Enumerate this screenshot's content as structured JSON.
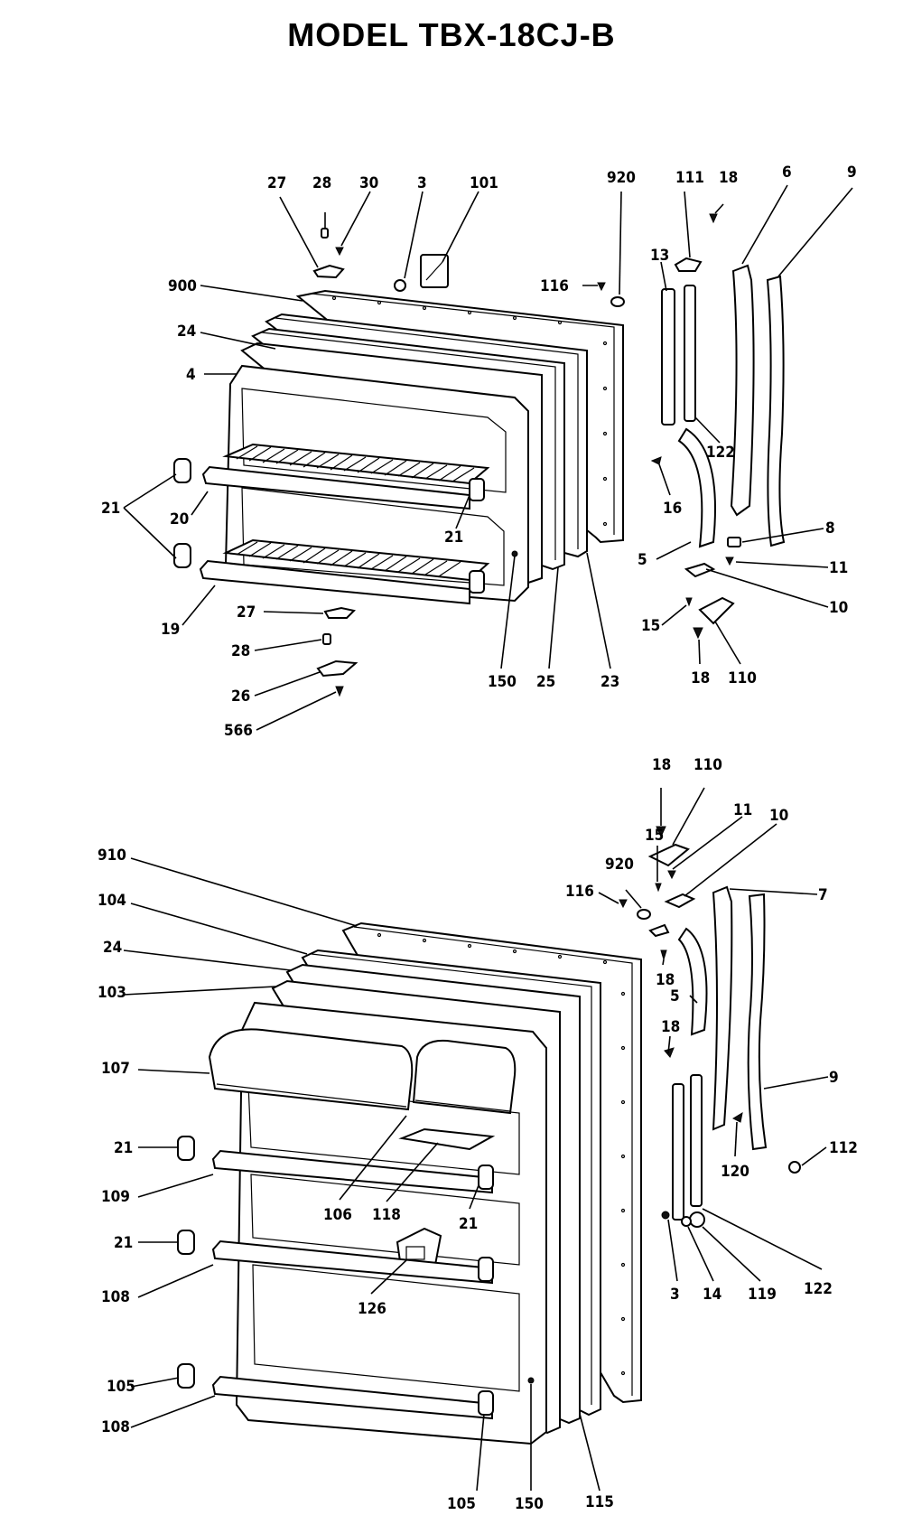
{
  "title": "MODEL TBX-18CJ-B",
  "upper_labels": {
    "l27a": "27",
    "l28a": "28",
    "l30": "30",
    "l3a": "3",
    "l101": "101",
    "l920a": "920",
    "l111": "111",
    "l18a": "18",
    "l6a": "6",
    "l9a": "9",
    "l116a": "116",
    "l900": "900",
    "l24a": "24",
    "l4": "4",
    "l13": "13",
    "l122a": "122",
    "l21a": "21",
    "l20": "20",
    "l21b": "21",
    "l16": "16",
    "l8": "8",
    "l11a": "11",
    "l5a": "5",
    "l10a": "10",
    "l15a": "15",
    "l19": "19",
    "l27b": "27",
    "l28b": "28",
    "l26": "26",
    "l566": "566",
    "l150a": "150",
    "l25": "25",
    "l23": "23",
    "l18b": "18",
    "l110a": "110"
  },
  "lower_labels": {
    "l18c": "18",
    "l110b": "110",
    "l15b": "15",
    "l11b": "11",
    "l10b": "10",
    "l920b": "920",
    "l910": "910",
    "l116b": "116",
    "l7": "7",
    "l104": "104",
    "l24b": "24",
    "l103": "103",
    "l18d": "18",
    "l5b": "5",
    "l18e": "18",
    "l107": "107",
    "l9b": "9",
    "l21c": "21",
    "l112": "112",
    "l109": "109",
    "l106": "106",
    "l118": "118",
    "l21d": "21",
    "l120": "120",
    "l21e": "21",
    "l108a": "108",
    "l126": "126",
    "l3b": "3",
    "l14": "14",
    "l119": "119",
    "l122b": "122",
    "l105a": "105",
    "l108b": "108",
    "l105b": "105",
    "l150b": "150",
    "l115": "115"
  }
}
